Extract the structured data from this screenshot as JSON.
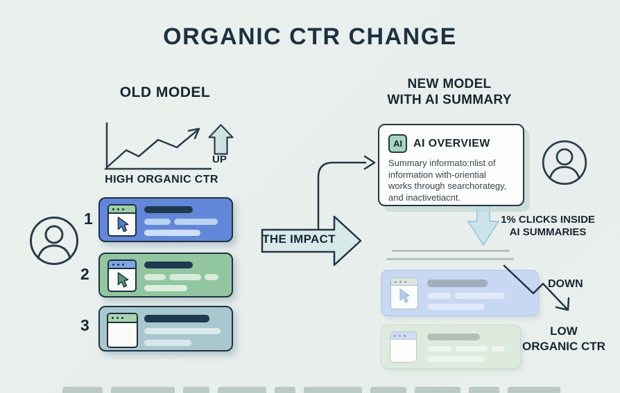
{
  "title": "ORGANIC CTR CHANGE",
  "old_model": {
    "heading": "OLD MODEL",
    "up_label": "UP",
    "chart_caption": "HIGH ORGANIC CTR",
    "results": [
      {
        "rank": "1",
        "color": "#6287d9"
      },
      {
        "rank": "2",
        "color": "#92c6a0"
      },
      {
        "rank": "3",
        "color": "#a9c7cf"
      }
    ]
  },
  "impact": {
    "label": "THE IMPACT"
  },
  "new_model": {
    "heading_line1": "NEW MODEL",
    "heading_line2": "WITH AI SUMMARY",
    "ai_overview": {
      "badge": "AI",
      "title": "AI OVERVIEW",
      "body_lines": [
        "Summary informato:nlist of",
        "information with-oriential",
        "works through searchorategy,",
        "and inactivetiacnt."
      ]
    },
    "clicks_note_line1": "1% CLICKS INSIDE",
    "clicks_note_line2": "AI SUMMARIES",
    "down_label": "DOWN",
    "low_ctr_line1": "LOW",
    "low_ctr_line2": "ORGANIC CTR"
  },
  "colors": {
    "background": "#e9efec",
    "heading_text": "#1d3143",
    "result1_blue": "#6287d9",
    "result2_green": "#92c6a0",
    "result3_teal": "#a9c7cf",
    "dark_bar_navy": "#1e3950",
    "impact_arrow_fill": "#d7e9e8",
    "up_arrow_fill": "#cfe1e0",
    "down_arrow_fill": "#cbe4eb",
    "ai_badge_green": "#a6d6bd",
    "faded_blue_card": "#c8d8f2",
    "faded_green_card": "#dcebde"
  }
}
